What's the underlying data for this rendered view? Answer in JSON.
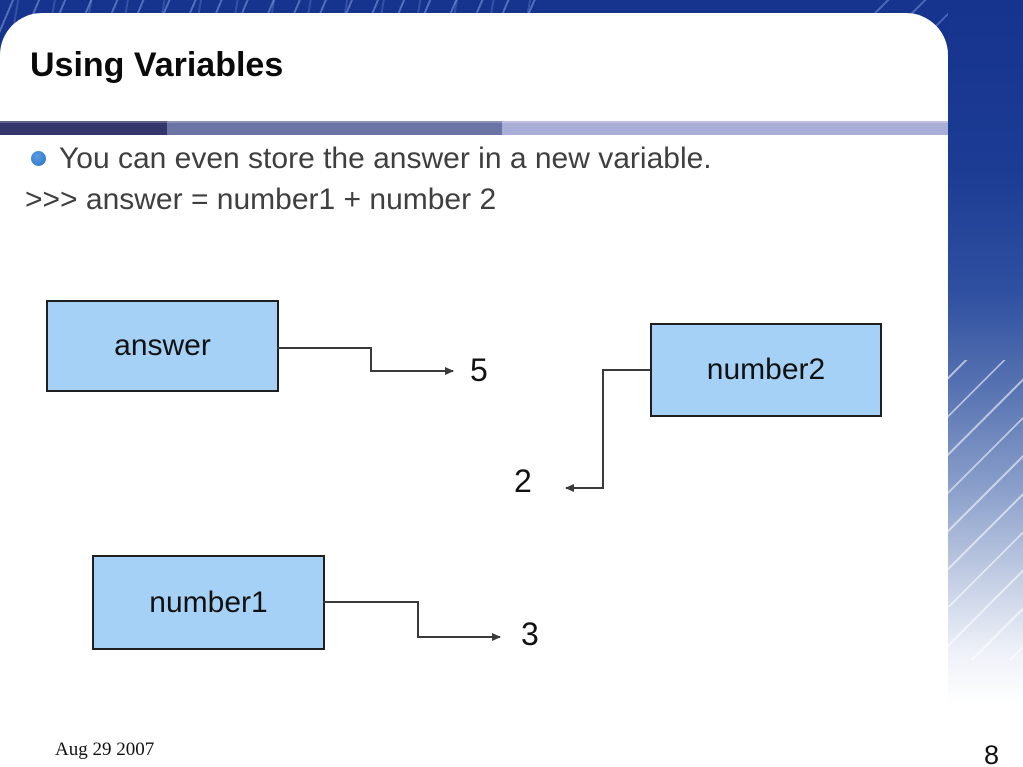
{
  "slide": {
    "title": "Using Variables",
    "bullet": {
      "icon": "circle-bullet",
      "text": "You can even store the answer in a new variable."
    },
    "code_line": ">>> answer = number1 + number 2",
    "footer": {
      "date": "Aug 29 2007",
      "page_number": "8"
    }
  },
  "diagram": {
    "description": "Variable boxes with arrows pointing to their stored values",
    "variables": [
      {
        "name": "answer",
        "value": "5"
      },
      {
        "name": "number2",
        "value": "2"
      },
      {
        "name": "number1",
        "value": "3"
      }
    ]
  },
  "colors": {
    "background_blue": "#16338e",
    "box_fill": "#a5d1f7",
    "box_border": "#1f1f1f",
    "divider_dark": "#32366b",
    "divider_mid": "#6c73a5",
    "divider_light": "#a9aed6",
    "bullet_blue": "#3c86d6",
    "body_text": "#3f3f3f",
    "arrow": "#3a3a3a"
  }
}
